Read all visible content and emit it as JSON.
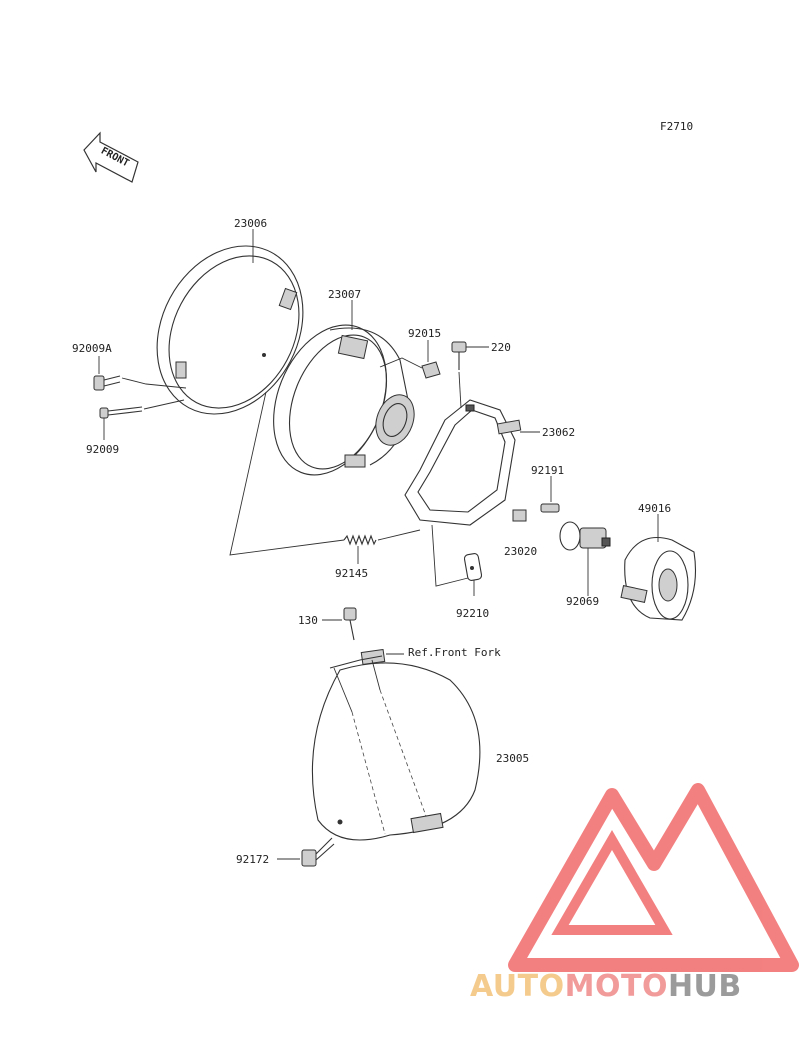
{
  "figure_code": "F2710",
  "front_arrow": {
    "label": "FRONT"
  },
  "parts": {
    "p23006": "23006",
    "p23007": "23007",
    "p92015": "92015",
    "p220": "220",
    "p92009A": "92009A",
    "p92009": "92009",
    "p23062": "23062",
    "p92191": "92191",
    "p49016": "49016",
    "p92145": "92145",
    "p23020": "23020",
    "p92210": "92210",
    "p92069": "92069",
    "p130": "130",
    "ref_front_fork": "Ref.Front Fork",
    "p23005": "23005",
    "p92172": "92172"
  },
  "watermark": {
    "text_part1": "AUTO",
    "text_part2": "MOTO",
    "text_part3": "HUB",
    "colors": {
      "auto": "#f4c27a",
      "moto": "#f08a8a",
      "hub": "#8a8a8a",
      "triangle": "#f26b6b"
    }
  }
}
